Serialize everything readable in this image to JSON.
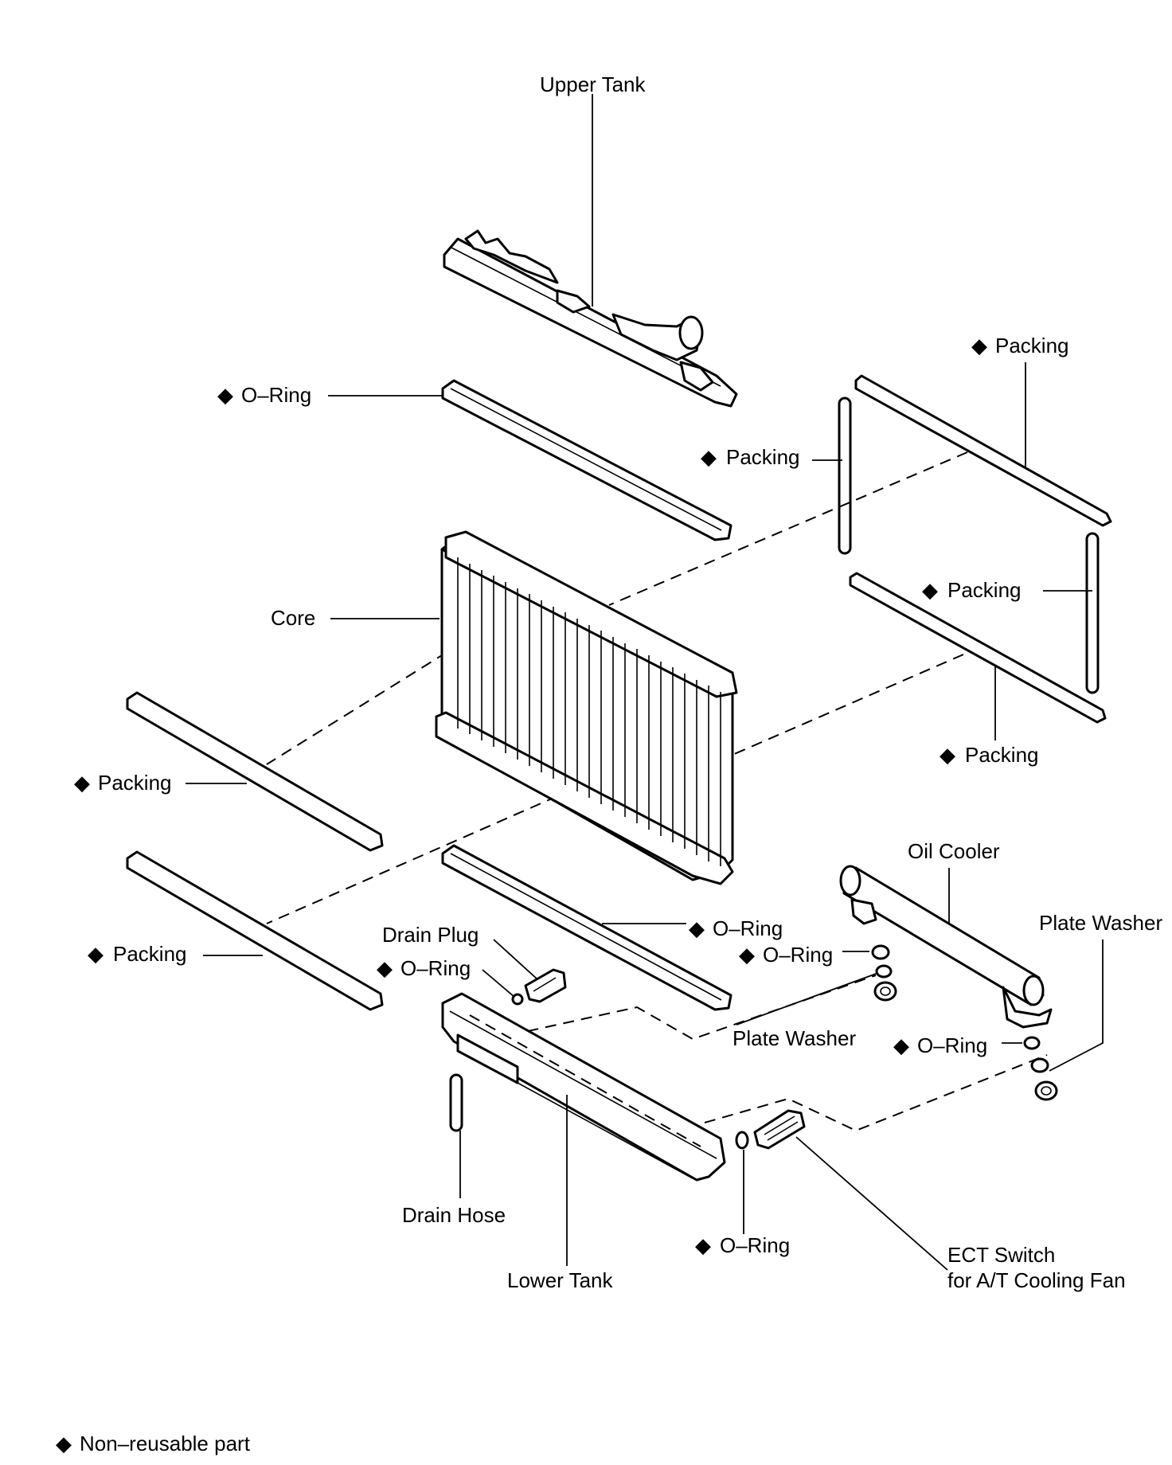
{
  "labels": {
    "upper_tank": "Upper Tank",
    "o_ring_top": "O–Ring",
    "packing_top_right": "Packing",
    "packing_top_mid": "Packing",
    "core": "Core",
    "packing_right_mid": "Packing",
    "packing_right_low": "Packing",
    "packing_left_upper": "Packing",
    "oil_cooler": "Oil Cooler",
    "o_ring_lower_center": "O–Ring",
    "plate_washer_right": "Plate Washer",
    "drain_plug": "Drain Plug",
    "o_ring_oil_cooler": "O–Ring",
    "o_ring_drain": "O–Ring",
    "packing_left_lower": "Packing",
    "plate_washer_mid": "Plate Washer",
    "o_ring_right": "O–Ring",
    "drain_hose": "Drain Hose",
    "o_ring_bottom": "O–Ring",
    "lower_tank": "Lower Tank",
    "ect_switch_line1": "ECT Switch",
    "ect_switch_line2": "for A/T Cooling Fan"
  },
  "legend": {
    "symbol": "◆",
    "text": "Non–reusable part"
  }
}
